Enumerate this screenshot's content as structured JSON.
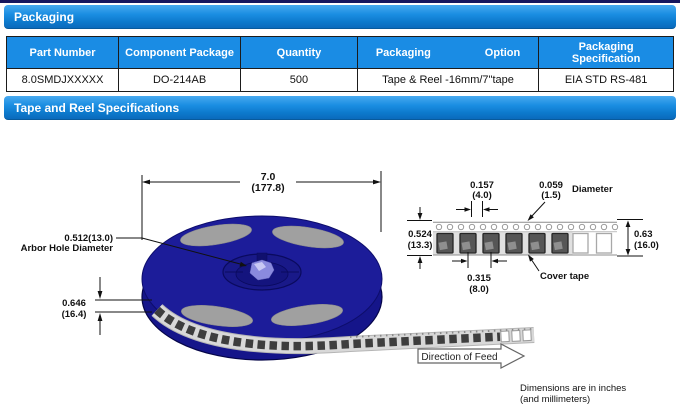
{
  "header_bars": {
    "packaging": "Packaging",
    "tape_and_reel": "Tape and Reel Specifications"
  },
  "table": {
    "columns": [
      {
        "label": "Part Number"
      },
      {
        "label": "Component Package"
      },
      {
        "label": "Quantity"
      },
      {
        "label": "Packaging",
        "label_right": "Option"
      },
      {
        "label": "Packaging Specification"
      }
    ],
    "row": {
      "part_number": "8.0SMDJXXXXX",
      "component_package": "DO-214AB",
      "quantity": "500",
      "packaging_option": "Tape & Reel -16mm/7\"tape",
      "packaging_specification": "EIA STD RS-481"
    }
  },
  "diagram": {
    "reel": {
      "diameter_value": "7.0",
      "diameter_mm": "(177.8)",
      "arbor_hole_value": "0.512(13.0)",
      "arbor_hole_label": "Arbor Hole Diameter",
      "thickness_value": "0.646",
      "thickness_mm": "(16.4)"
    },
    "tape_detail": {
      "sprocket_pitch_value": "0.157",
      "sprocket_pitch_mm": "(4.0)",
      "sprocket_hole_value": "0.059",
      "sprocket_hole_mm": "(1.5)",
      "sprocket_hole_label": "Diameter",
      "tape_height_value": "0.524",
      "tape_height_mm": "(13.3)",
      "tape_width_value": "0.63",
      "tape_width_mm": "(16.0)",
      "pocket_pitch_value": "0.315",
      "pocket_pitch_mm": "(8.0)",
      "cover_tape_label": "Cover tape"
    },
    "feed": {
      "direction_label": "Direction of Feed"
    },
    "units_note_line1": "Dimensions are in inches",
    "units_note_line2": "(and millimeters)"
  },
  "colors": {
    "accent_blue": "#1488dd",
    "table_header_blue": "#1a8ce4",
    "reel_navy": "#1c1c99",
    "top_rule_navy": "#17175f"
  }
}
